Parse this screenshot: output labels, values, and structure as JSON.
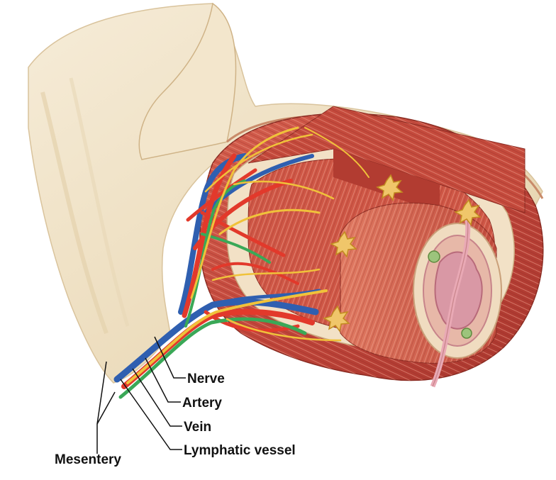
{
  "labels": {
    "nerve": "Nerve",
    "artery": "Artery",
    "vein": "Vein",
    "lymphatic": "Lymphatic vessel",
    "mesentery": "Mesentery"
  },
  "colors": {
    "mesentery_tissue": "#efe0c4",
    "muscle": "#c84a3c",
    "artery": "#e2392b",
    "vein": "#2f5fb0",
    "nerve": "#f0c23a",
    "lymphatic": "#3aa857",
    "mucosa": "#dca5ad",
    "leader_line": "#111111"
  }
}
